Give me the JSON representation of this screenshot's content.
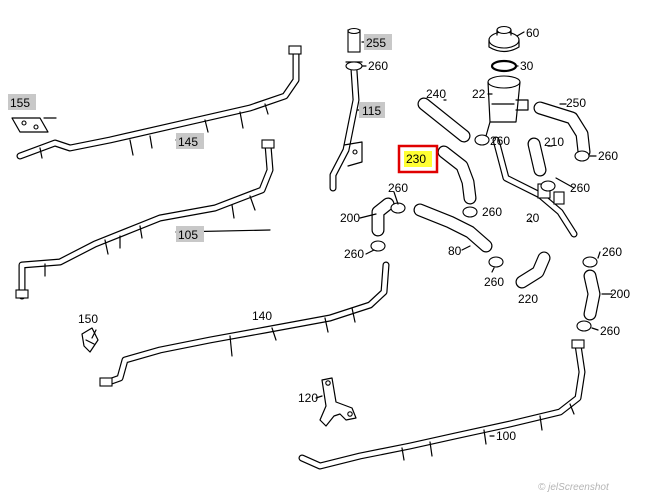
{
  "diagram": {
    "callouts": {
      "p255": "255",
      "p260_a": "260",
      "p115": "115",
      "p155": "155",
      "p145": "145",
      "p105": "105",
      "p150": "150",
      "p140": "140",
      "p120": "120",
      "p100": "100",
      "p60": "60",
      "p30": "30",
      "p240": "240",
      "p22": "22",
      "p250": "250",
      "p260_b": "260",
      "p210": "210",
      "p260_c": "260",
      "p230": "230",
      "p260_d": "260",
      "p260_e": "260",
      "p200_a": "200",
      "p20": "20",
      "p260_f": "260",
      "p80": "80",
      "p260_g": "260",
      "p260_h": "260",
      "p200_b": "200",
      "p220": "220",
      "p260_i": "260"
    },
    "highlighted_callout": "230",
    "highlight_color": "#ffff33",
    "highlight_frame_color": "#e00000",
    "label_box_color": "#c8c8c8",
    "watermark": "© jelScreenshot"
  }
}
